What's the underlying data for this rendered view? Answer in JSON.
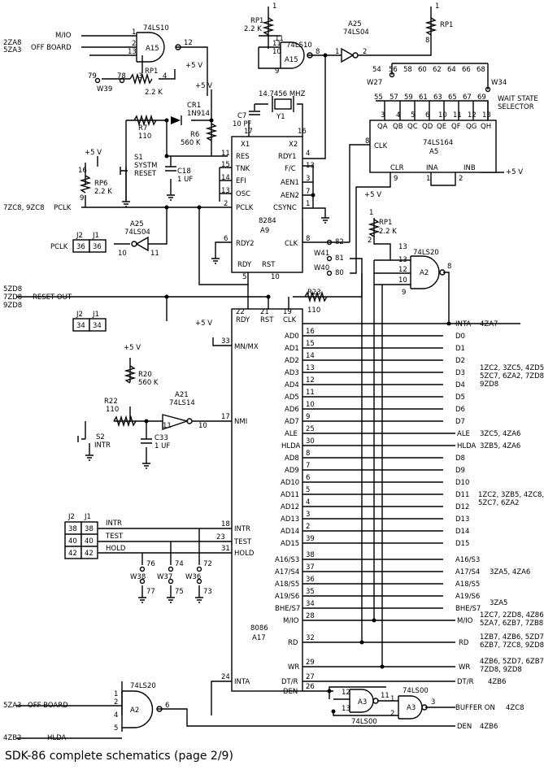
{
  "caption": "SDK-86 complete schematics (page 2/9)",
  "chips": {
    "a15a": {
      "type": "74LS10",
      "ref": "A15",
      "pins": [
        "1",
        "2",
        "13",
        "12"
      ]
    },
    "a15b": {
      "type": "74LS10",
      "ref": "A15",
      "pins": [
        "11",
        "10",
        "9",
        "8"
      ]
    },
    "a25a": {
      "type": "74LS04",
      "ref": "A25",
      "pins": [
        "1",
        "2"
      ]
    },
    "a25b": {
      "type": "74LS04",
      "ref": "A25",
      "pins": [
        "10",
        "11"
      ]
    },
    "a9": {
      "type": "8284",
      "ref": "A9",
      "pins_left": [
        {
          "n": "11",
          "name": "RES"
        },
        {
          "n": "15",
          "name": "TNK"
        },
        {
          "n": "14",
          "name": "EFI"
        },
        {
          "n": "13",
          "name": "OSC"
        },
        {
          "n": "2",
          "name": "PCLK"
        },
        {
          "n": "6",
          "name": "RDY2"
        }
      ],
      "pins_right": [
        {
          "n": "4",
          "name": "RDY1"
        },
        {
          "n": "13",
          "name": "F/C"
        },
        {
          "n": "3",
          "name": "AEN1"
        },
        {
          "n": "7",
          "name": "AEN2"
        },
        {
          "n": "1",
          "name": "CSYNC"
        },
        {
          "n": "8",
          "name": "CLK"
        }
      ],
      "top": [
        {
          "n": "17",
          "name": "X1"
        },
        {
          "n": "16",
          "name": "X2"
        }
      ],
      "bottom": [
        {
          "n": "5",
          "name": "RDY"
        },
        {
          "n": "10",
          "name": "RST"
        }
      ]
    },
    "a5": {
      "type": "74LS164",
      "ref": "A5",
      "outputs": [
        "QA",
        "QB",
        "QC",
        "QD",
        "QE",
        "QF",
        "QG",
        "QH"
      ],
      "outpins": [
        "3",
        "4",
        "5",
        "6",
        "10",
        "11",
        "12",
        "13"
      ],
      "clk": "CLK",
      "clk_pin": "8",
      "clr": "CLR",
      "clr_pin": "9",
      "ina": "INA",
      "ina_pin": "1",
      "inb": "INB",
      "inb_pin": "2"
    },
    "a2a": {
      "type": "74LS20",
      "ref": "A2",
      "pins": [
        "1",
        "2",
        "4",
        "5",
        "6"
      ]
    },
    "a2b": {
      "type": "74LS20",
      "ref": "A2",
      "pins": [
        "13",
        "12",
        "10",
        "9",
        "8"
      ]
    },
    "a21": {
      "type": "74LS14",
      "ref": "A21",
      "pins": [
        "11",
        "10"
      ]
    },
    "a3a": {
      "type": "74LS00",
      "ref": "A3",
      "pins": [
        "12",
        "13",
        "11"
      ]
    },
    "a3b": {
      "type": "74LS00",
      "ref": "A3",
      "pins": [
        "1",
        "2",
        "3"
      ]
    },
    "a17": {
      "type": "8086",
      "ref": "A17",
      "top": [
        {
          "n": "22",
          "name": "RDY"
        },
        {
          "n": "21",
          "name": "RST"
        },
        {
          "n": "19",
          "name": "CLK"
        }
      ],
      "left": [
        {
          "n": "33",
          "name": "MN/MX"
        },
        {
          "n": "17",
          "name": "NMI"
        },
        {
          "n": "18",
          "name": "INTR"
        },
        {
          "n": "23",
          "name": "TEST"
        },
        {
          "n": "31",
          "name": "HOLD"
        },
        {
          "n": "24",
          "name": "INTA"
        }
      ],
      "right": [
        {
          "n": "16",
          "name": "AD0"
        },
        {
          "n": "15",
          "name": "AD1"
        },
        {
          "n": "14",
          "name": "AD2"
        },
        {
          "n": "13",
          "name": "AD3"
        },
        {
          "n": "12",
          "name": "AD4"
        },
        {
          "n": "11",
          "name": "AD5"
        },
        {
          "n": "10",
          "name": "AD6"
        },
        {
          "n": "9",
          "name": "AD7"
        },
        {
          "n": "25",
          "name": "ALE"
        },
        {
          "n": "30",
          "name": "HLDA"
        },
        {
          "n": "8",
          "name": "AD8"
        },
        {
          "n": "7",
          "name": "AD9"
        },
        {
          "n": "6",
          "name": "AD10"
        },
        {
          "n": "5",
          "name": "AD11"
        },
        {
          "n": "4",
          "name": "AD12"
        },
        {
          "n": "3",
          "name": "AD13"
        },
        {
          "n": "2",
          "name": "AD14"
        },
        {
          "n": "39",
          "name": "AD15"
        },
        {
          "n": "38",
          "name": "A16/S3"
        },
        {
          "n": "37",
          "name": "A17/S4"
        },
        {
          "n": "36",
          "name": "A18/S5"
        },
        {
          "n": "35",
          "name": "A19/S6"
        },
        {
          "n": "34",
          "name": "BHE/S7"
        },
        {
          "n": "28",
          "name": "M/IO"
        },
        {
          "n": "32",
          "name": "RD"
        },
        {
          "n": "29",
          "name": "WR"
        },
        {
          "n": "27",
          "name": "DT/R"
        },
        {
          "n": "26",
          "name": "DEN"
        }
      ]
    }
  },
  "components": {
    "rp1a": {
      "ref": "RP1",
      "val": "2.2 K",
      "pins": [
        "1",
        "11"
      ]
    },
    "rp1b": {
      "ref": "RP1",
      "val": "2.2 K",
      "pins": [
        "3",
        "4"
      ]
    },
    "rp1c": {
      "ref": "RP1",
      "val": "",
      "pins": [
        "1",
        "8"
      ]
    },
    "rp1d": {
      "ref": "RP1",
      "val": "2.2 K",
      "pins": [
        "1",
        "2"
      ]
    },
    "r7": {
      "ref": "R7",
      "val": "110"
    },
    "r6": {
      "ref": "R6",
      "val": "560 K"
    },
    "cr1": {
      "ref": "CR1",
      "val": "1N914"
    },
    "c7": {
      "ref": "C7",
      "val": "10 PF"
    },
    "y1": {
      "ref": "Y1",
      "val": "14.7456 MHZ"
    },
    "c18": {
      "ref": "C18",
      "val": "1 UF"
    },
    "s1": {
      "ref": "S1",
      "val1": "SYSTM",
      "val2": "RESET"
    },
    "rp6": {
      "ref": "RP6",
      "val": "2.2 K",
      "pins": [
        "16",
        "9"
      ]
    },
    "r23": {
      "ref": "R23",
      "val": "110"
    },
    "r20": {
      "ref": "R20",
      "val": "560 K"
    },
    "r22": {
      "ref": "R22",
      "val": "110"
    },
    "c33": {
      "ref": "C33",
      "val": "1 UF"
    },
    "s2": {
      "ref": "S2",
      "val": "INTR"
    }
  },
  "power": {
    "v5": "+5 V"
  },
  "wait_state": {
    "label1": "WAIT STATE",
    "label2": "SELECTOR",
    "w27": "W27",
    "w34": "W34",
    "top_pins": [
      "54",
      "56",
      "58",
      "60",
      "62",
      "64",
      "66",
      "68"
    ],
    "bot_pins": [
      "55",
      "57",
      "59",
      "61",
      "63",
      "65",
      "67",
      "69"
    ]
  },
  "jumpers": {
    "w39": "W39",
    "w39_pins": [
      "79",
      "78"
    ],
    "w41": "W41",
    "w41_pins": [
      "82",
      "81"
    ],
    "w40": "W40",
    "w40_pin": "80",
    "w38": "W38",
    "w38_pins": [
      "76",
      "77"
    ],
    "w37": "W37",
    "w37_pins": [
      "74",
      "75"
    ],
    "w36": "W36",
    "w36_pins": [
      "72",
      "73"
    ]
  },
  "connectors": {
    "j2": "J2",
    "j1": "J1",
    "pclk_pins": [
      "36",
      "36"
    ],
    "reset_pins": [
      "34",
      "34"
    ],
    "intr_rows": [
      {
        "j2": "38",
        "j1": "38",
        "sig": "INTR"
      },
      {
        "j2": "40",
        "j1": "40",
        "sig": "TEST"
      },
      {
        "j2": "42",
        "j1": "42",
        "sig": "HOLD"
      }
    ]
  },
  "signals_left": {
    "m_io": "M/IO",
    "ref_2za8": "2ZA8",
    "ref_5za3": "5ZA3",
    "off_board": "OFF BOARD",
    "pclk_refs": "7ZC8, 9ZC8",
    "pclk": "PCLK",
    "pclk_bar": "PCLK",
    "reset_refs": [
      "5ZD8",
      "7ZD8",
      "9ZD8"
    ],
    "reset_out": "RESET OUT",
    "bottom_5za3": "5ZA3",
    "bottom_off_board": "OFF BOARD",
    "bottom_4zb2": "4ZB2",
    "hlda": "HLDA"
  },
  "signals_right": {
    "inta": "INTA",
    "inta_ref": "4ZA7",
    "d_low": [
      "D0",
      "D1",
      "D2",
      "D3",
      "D4",
      "D5",
      "D6",
      "D7"
    ],
    "d_low_refs": [
      "1ZC2, 3ZC5, 4ZD5,",
      "5ZC7, 6ZA2, 7ZD8,",
      "9ZD8"
    ],
    "ale": "ALE",
    "ale_ref": "3ZC5, 4ZA6",
    "hlda": "HLDA",
    "hlda_ref": "3ZB5, 4ZA6",
    "d_high": [
      "D8",
      "D9",
      "D10",
      "D11",
      "D12",
      "D13",
      "D14",
      "D15"
    ],
    "d_high_refs": [
      "1ZC2, 3ZB5, 4ZC8,",
      "5ZC7, 6ZA2"
    ],
    "a_high": [
      "A16/S3",
      "A17/S4",
      "A18/S5"
    ],
    "a_high_ref": "3ZA5, 4ZA6",
    "a19": [
      "A19/S6",
      "BHE/S7"
    ],
    "a19_ref": "3ZA5",
    "mio": "M/IO",
    "mio_refs": [
      "1ZC7, 2ZD8, 4Z86,",
      "5ZA7, 6ZB7, 7ZB8"
    ],
    "rd": "RD",
    "rd_refs": [
      "1ZB7, 4ZB6, 5ZD7,",
      "6ZB7, 7ZC8, 9ZD8"
    ],
    "wr": "WR",
    "wr_refs": [
      "4ZB6, 5ZD7, 6ZB7,",
      "7ZD8, 9ZD8"
    ],
    "dtr": "DT/R",
    "dtr_ref": "4ZB6",
    "buffer_on": "BUFFER ON",
    "buffer_ref": "4ZC8",
    "den": "DEN",
    "den_ref": "4ZB6"
  }
}
